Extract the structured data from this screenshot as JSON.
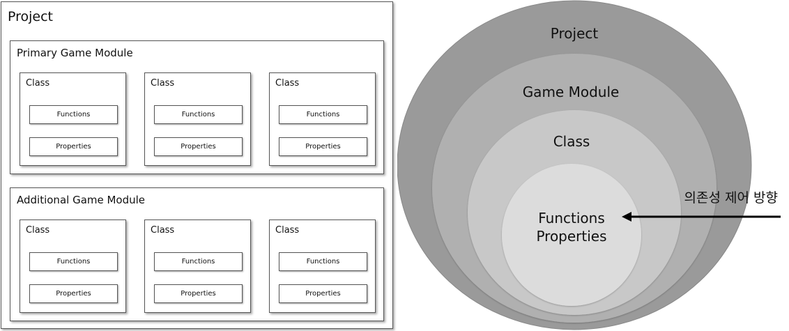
{
  "project_box": {
    "title": "Project",
    "modules": [
      {
        "title": "Primary Game Module",
        "classes": [
          {
            "title": "Class",
            "functions": "Functions",
            "properties": "Properties"
          },
          {
            "title": "Class",
            "functions": "Functions",
            "properties": "Properties"
          },
          {
            "title": "Class",
            "functions": "Functions",
            "properties": "Properties"
          }
        ]
      },
      {
        "title": "Additional Game Module",
        "classes": [
          {
            "title": "Class",
            "functions": "Functions",
            "properties": "Properties"
          },
          {
            "title": "Class",
            "functions": "Functions",
            "properties": "Properties"
          },
          {
            "title": "Class",
            "functions": "Functions",
            "properties": "Properties"
          }
        ]
      }
    ]
  },
  "circles": {
    "project": "Project",
    "game_module": "Game Module",
    "class": "Class",
    "functions": "Functions",
    "properties": "Properties",
    "colors": [
      "#9a9a9a",
      "#b0b0b0",
      "#c8c8c8",
      "#dcdcdc"
    ]
  },
  "arrow": {
    "label": "의존성 제어 방향"
  }
}
